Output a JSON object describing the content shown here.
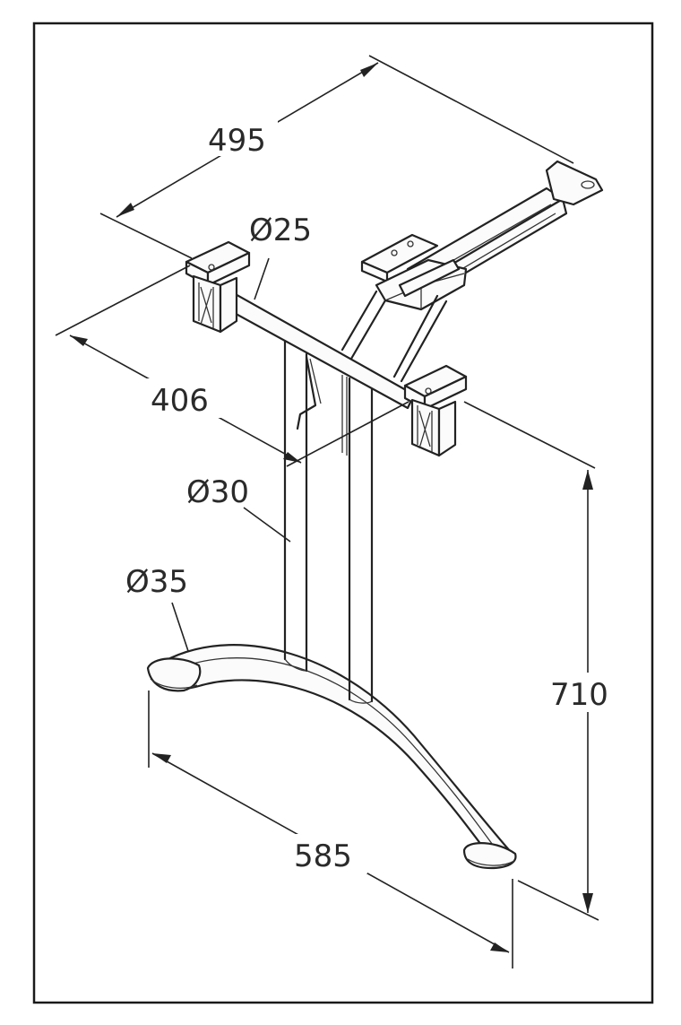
{
  "dimensions": {
    "top_width": "495",
    "top_tube_diameter": "Ø25",
    "top_depth": "406",
    "column_diameter": "Ø30",
    "base_diameter": "Ø35",
    "height": "710",
    "base_length": "585"
  }
}
